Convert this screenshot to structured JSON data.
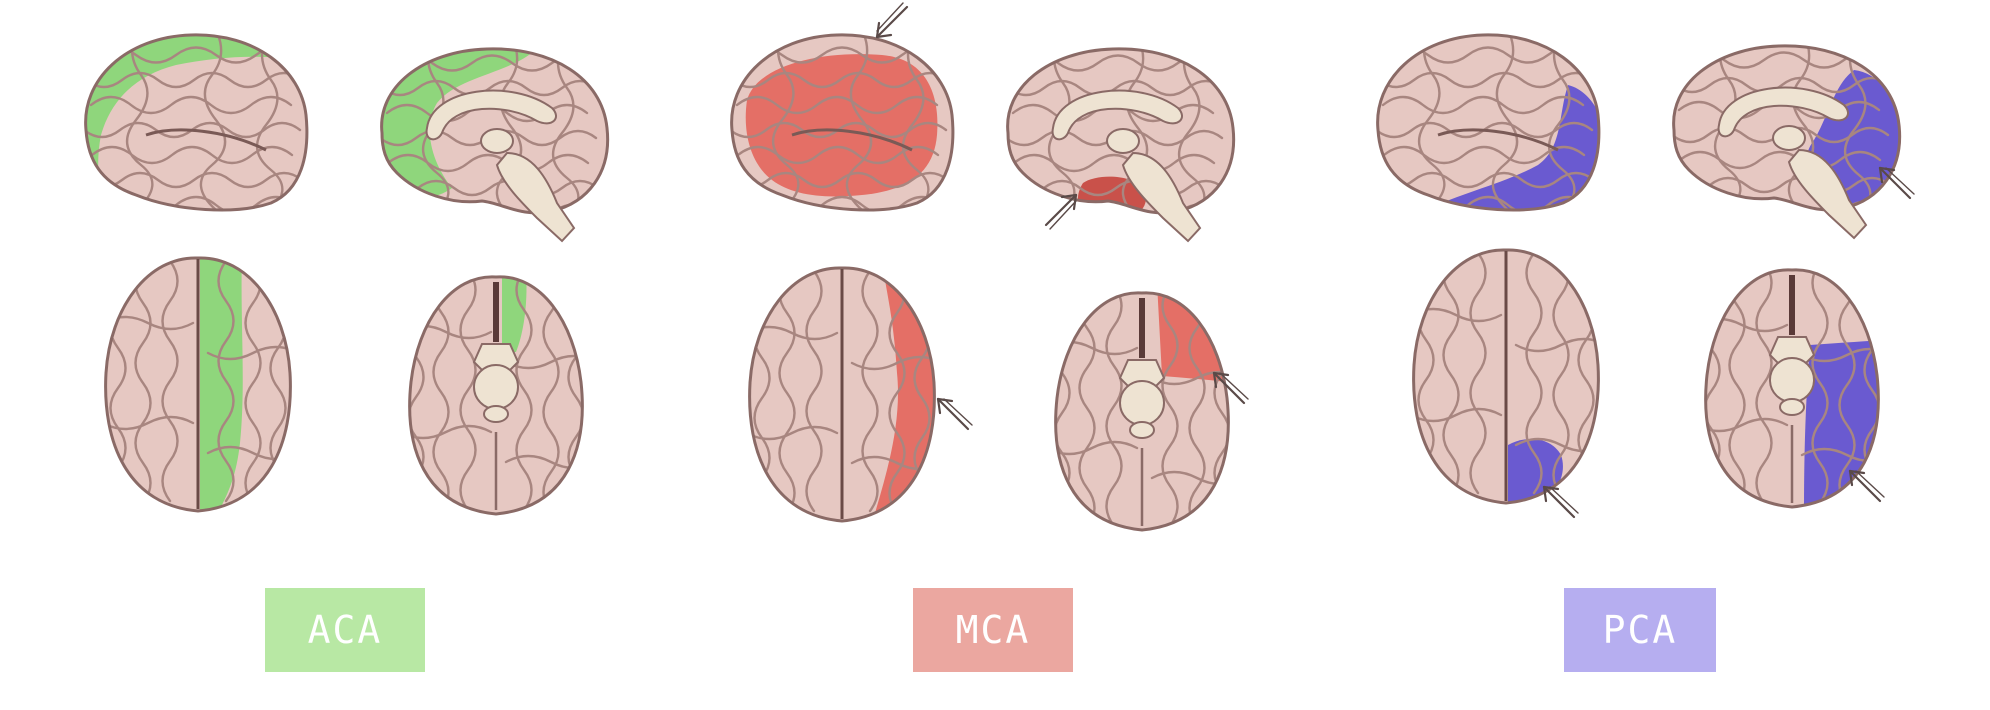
{
  "colors": {
    "aca": "#b8e8a4",
    "mca": "#eba7a0",
    "pca": "#b6aef0",
    "aca_region": "#8fd67c",
    "mca_region": "#e46f66",
    "pca_region": "#6a5ad0",
    "brain_tissue": "#e6c8c2",
    "brain_outline": "#8a6a66",
    "sulci": "#a88680",
    "stem": "#eee3d2"
  },
  "labels": {
    "aca": "ACA",
    "mca": "MCA",
    "pca": "PCA"
  },
  "icons": {
    "lateral": "lateral-brain-icon",
    "medial": "medial-brain-icon",
    "superior": "superior-brain-icon",
    "inferior": "inferior-brain-icon",
    "pointer": "arrow-pointer-icon"
  }
}
